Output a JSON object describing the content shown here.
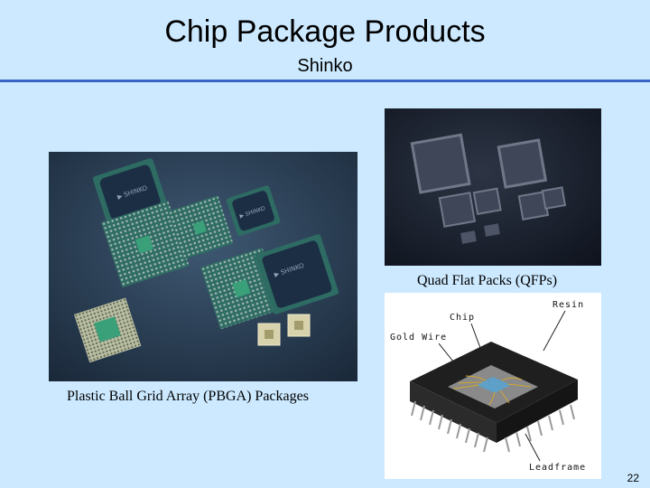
{
  "slide": {
    "title": "Chip Package Products",
    "subtitle": "Shinko",
    "page_number": "22"
  },
  "figures": {
    "pbga": {
      "caption": "Plastic Ball Grid Array (PBGA) Packages"
    },
    "qfp": {
      "caption": "Quad Flat Packs (QFPs)"
    },
    "cutaway": {
      "labels": {
        "resin": "Resin",
        "chip": "Chip",
        "gold_wire": "Gold Wire",
        "leadframe": "Leadframe"
      }
    }
  },
  "colors": {
    "background": "#cce9ff",
    "rule": "#3a67c7"
  }
}
